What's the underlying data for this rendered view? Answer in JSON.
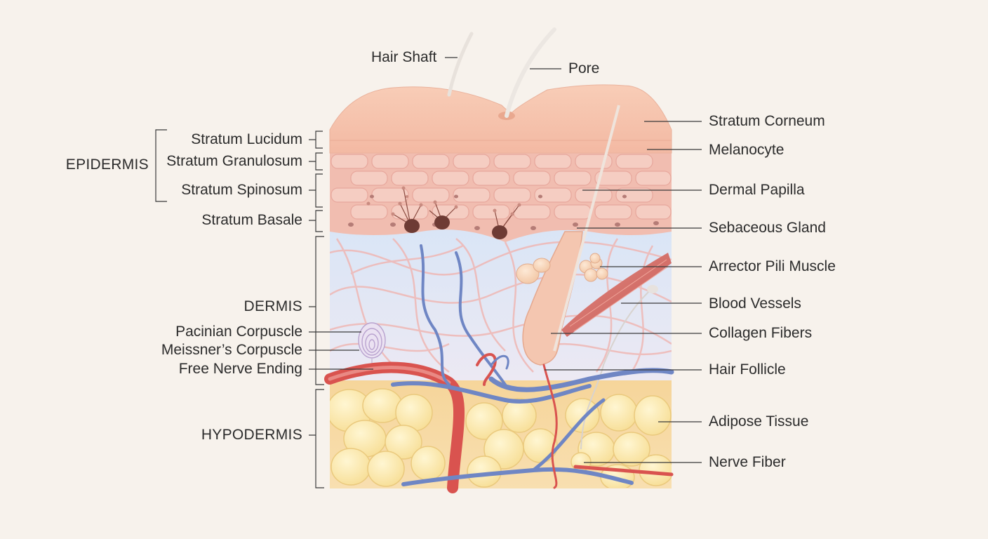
{
  "top_labels": {
    "hair_shaft": "Hair Shaft",
    "pore": "Pore"
  },
  "layer_labels": {
    "epidermis": "EPIDERMIS",
    "dermis": "DERMIS",
    "hypodermis": "HYPODERMIS"
  },
  "left_labels": {
    "stratum_lucidum": "Stratum Lucidum",
    "stratum_granulosum": "Stratum Granulosum",
    "stratum_spinosum": "Stratum Spinosum",
    "stratum_basale": "Stratum Basale",
    "pacinian_corpuscle": "Pacinian Corpuscle",
    "meissners_corpuscle": "Meissner’s  Corpuscle",
    "free_nerve_ending": "Free Nerve Ending"
  },
  "right_labels": {
    "stratum_corneum": "Stratum Corneum",
    "melanocyte": "Melanocyte",
    "dermal_papilla": "Dermal Papilla",
    "sebaceous_gland": "Sebaceous Gland",
    "arrector_pili_muscle": "Arrector Pili Muscle",
    "blood_vessels": "Blood Vessels",
    "collagen_fibers": "Collagen Fibers",
    "hair_follicle": "Hair Follicle",
    "adipose_tissue": "Adipose Tissue",
    "nerve_fiber": "Nerve Fiber"
  },
  "colors": {
    "background": "#f7f2ec",
    "epidermis_top": "#f6c7b0",
    "epidermis_cells": "#f0b8ad",
    "dermis": "#dfe8f6",
    "collagen": "#f1b9b6",
    "hypodermis": "#f7d9a0",
    "fat_cell": "#fbe7a6",
    "artery": "#d9534f",
    "vein": "#6f86c4",
    "leader_line": "#3a3a3a",
    "label_text": "#2b2b2b"
  }
}
